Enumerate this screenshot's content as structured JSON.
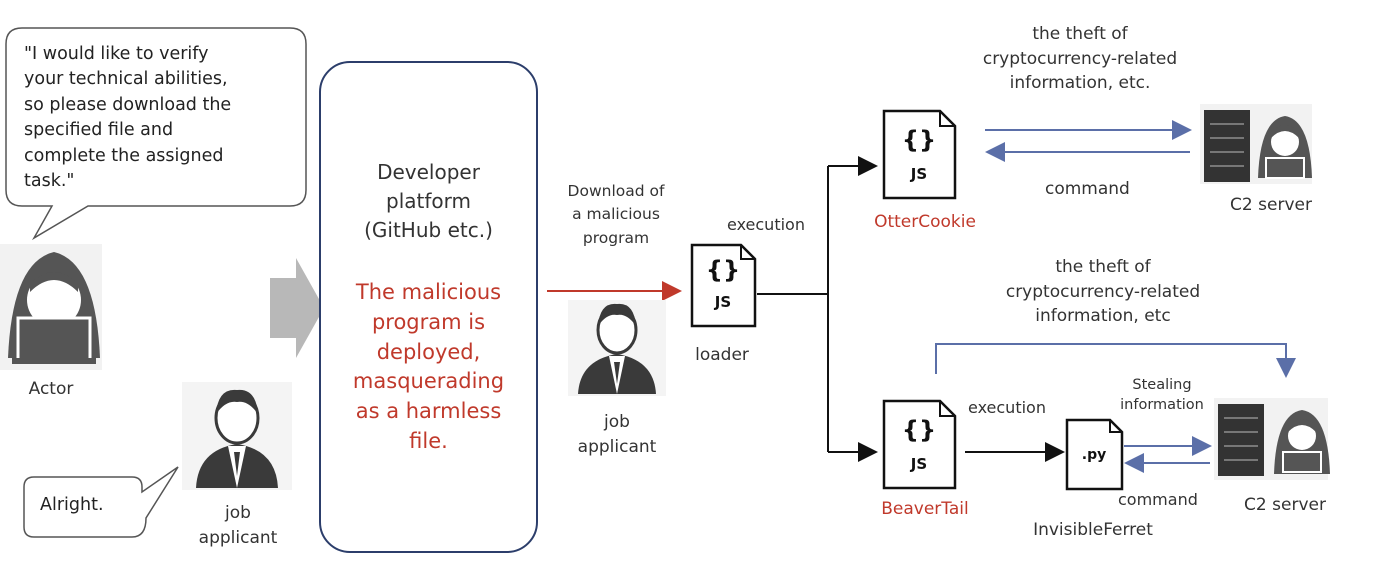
{
  "speech": {
    "actor_quote": "\"I would like to verify\nyour technical abilities,\nso please download the\nspecified file and\ncomplete the assigned\ntask.\"",
    "applicant_reply": "Alright."
  },
  "people": {
    "actor_label": "Actor",
    "applicant_label": "job\napplicant",
    "applicant_label_2": "job\napplicant"
  },
  "platform": {
    "title": "Developer\nplatform\n(GitHub etc.)",
    "description": "The malicious\nprogram is\ndeployed,\nmasquerading\nas a harmless\nfile."
  },
  "flow": {
    "download_label": "Download of\na malicious\nprogram",
    "execution_label_1": "execution",
    "execution_label_2": "execution",
    "theft_top": "the theft of\ncryptocurrency-related\ninformation, etc.",
    "command_top": "command",
    "theft_bottom": "the theft of\ncryptocurrency-related\ninformation, etc",
    "stealing_label": "Stealing\ninformation",
    "command_bottom": "command"
  },
  "files": {
    "brace": "{}",
    "js": "JS",
    "py": ".py",
    "loader_label": "loader",
    "ottercookie_label": "OtterCookie",
    "beavertail_label": "BeaverTail",
    "invisibleferret_label": "InvisibleFerret"
  },
  "servers": {
    "c2_top": "C2 server",
    "c2_bottom": "C2 server"
  },
  "colors": {
    "malicious_red": "#c0392b",
    "platform_border": "#2c3e6b",
    "c2_arrow_blue": "#5b6fa8",
    "big_arrow_gray": "#b8b8b8"
  }
}
